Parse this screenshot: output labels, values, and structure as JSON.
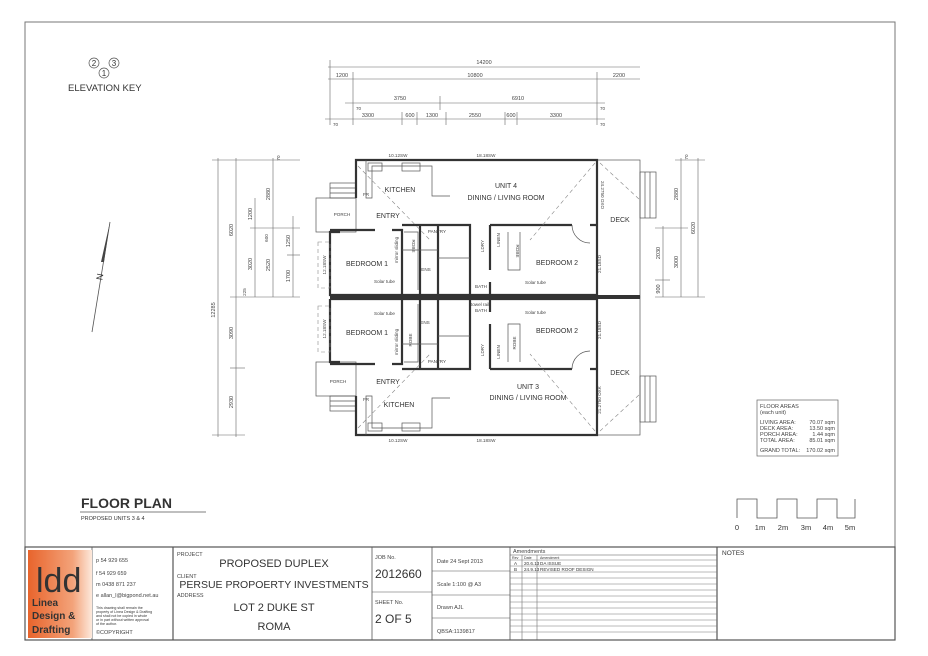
{
  "sheet": {
    "title": "FLOOR PLAN",
    "subtitle": "PROPOSED UNITS 3 & 4"
  },
  "elevation_key": {
    "label": "ELEVATION KEY",
    "markers": [
      "2",
      "3",
      "1"
    ]
  },
  "north_label": "N",
  "dimensions": {
    "top": [
      "14200",
      "1200",
      "10800",
      "2200",
      "3750",
      "6910",
      "3300",
      "600",
      "1300",
      "2550",
      "600",
      "3300",
      "70"
    ],
    "left": [
      "12285",
      "6020",
      "3090",
      "2930",
      "1200",
      "3020",
      "2880",
      "2520",
      "1250",
      "1700",
      "225",
      "600",
      "70"
    ],
    "right": [
      "2880",
      "3000",
      "6020",
      "2030",
      "900",
      "70"
    ]
  },
  "windows": {
    "kitchen": "10.12SW",
    "living": "18.18SW",
    "bedroom1": "12.18SW",
    "deck_door_u4": "24.2750 OXO",
    "deck_door_u3": "21.2750 OXK",
    "bedroom2": "21.18SD"
  },
  "unit4": {
    "name": "UNIT 4",
    "living": "DINING / LIVING ROOM",
    "kitchen": "KITCHEN",
    "entry": "ENTRY",
    "porch": "PORCH",
    "fridge": "FR",
    "bedroom1": "BEDROOM 1",
    "bedroom2": "BEDROOM 2",
    "deck": "DECK",
    "pantry": "PANTRY",
    "ensuite": "ENS",
    "bath": "BATH",
    "laundry": "LDRY",
    "linen": "LINEN",
    "robe": "ROBE",
    "mirror": "mirror sliding",
    "solar": "Solar tube"
  },
  "unit3": {
    "name": "UNIT 3",
    "living": "DINING / LIVING ROOM",
    "kitchen": "KITCHEN",
    "entry": "ENTRY",
    "porch": "PORCH",
    "fridge": "FR",
    "bedroom1": "BEDROOM 1",
    "bedroom2": "BEDROOM 2",
    "deck": "DECK",
    "pantry": "PANTRY",
    "ensuite": "ENS",
    "bath": "BATH",
    "laundry": "LDRY",
    "linen": "LINEN",
    "robe": "ROBE",
    "mirror": "mirror sliding",
    "solar": "Solar tube",
    "towel": "towel rail"
  },
  "floor_areas": {
    "title": "FLOOR AREAS",
    "note": "(each unit)",
    "rows": [
      {
        "label": "LIVING AREA:",
        "value": "70.07 sqm"
      },
      {
        "label": "DECK AREA:",
        "value": "13.50 sqm"
      },
      {
        "label": "PORCH AREA:",
        "value": "1.44 sqm"
      },
      {
        "label": "TOTAL AREA:",
        "value": "85.01 sqm"
      }
    ],
    "grand_total_label": "GRAND TOTAL:",
    "grand_total_value": "170.02 sqm"
  },
  "scale_bar": [
    "0",
    "1m",
    "2m",
    "3m",
    "4m",
    "5m"
  ],
  "title_block": {
    "logo": {
      "mark": "ldd",
      "line1": "Linea",
      "line2": "Design &",
      "line3": "Drafting",
      "color": "#e8642c"
    },
    "contact": {
      "phone": "p 54 929 655",
      "fax": "f 54 929 659",
      "mobile": "m 0438 871 237",
      "email": "e allan_l@bigpond.net.au",
      "disclaimer": [
        "This drawing shall remain the",
        "property of Linea Design & Drafting",
        "and shall not be copied in whole",
        "or in part without written approval",
        "of the author."
      ],
      "copyright": "©COPYRIGHT"
    },
    "project_label": "PROJECT",
    "project": "PROPOSED DUPLEX",
    "client_label": "CLIENT",
    "client": "PERSUE PROPOERTY INVESTMENTS",
    "address_label": "ADDRESS",
    "address1": "LOT 2 DUKE ST",
    "address2": "ROMA",
    "job_label": "JOB No.",
    "job": "2012660",
    "sheet_label": "SHEET No.",
    "sheet": "2 OF 5",
    "date": "Date  24 Sept 2013",
    "scale": "Scale 1:100 @ A3",
    "drawn": "Drawn  AJL",
    "qbsa": "QBSA:1139817",
    "amendments": {
      "title": "Amendments",
      "headers": [
        "Rev",
        "Date",
        "Amendment"
      ],
      "rows": [
        [
          "A",
          "20.6.13",
          "DA ISSUE"
        ],
        [
          "B",
          "24.9.13",
          "REVISED ROOF DESIGN"
        ]
      ]
    },
    "notes_label": "NOTES"
  }
}
